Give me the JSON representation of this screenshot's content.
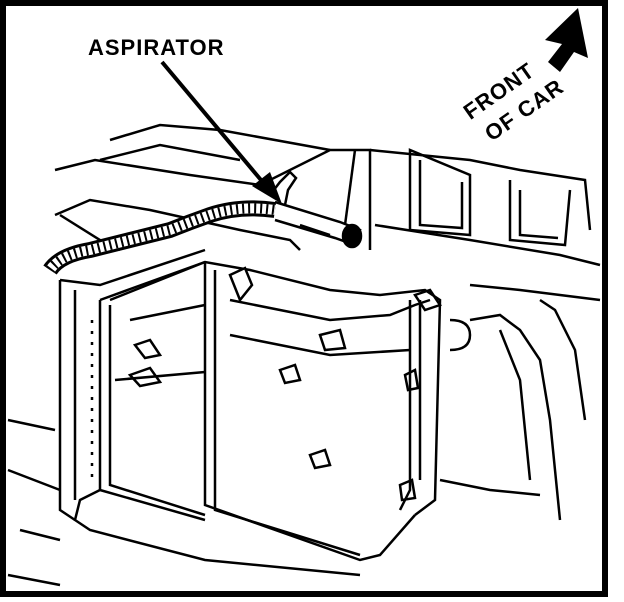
{
  "labels": {
    "aspirator": "ASPIRATOR",
    "front_line1": "FRONT",
    "front_line2": "OF CAR"
  },
  "colors": {
    "ink": "#000000",
    "paper": "#ffffff",
    "shade": "#d9d9d9"
  },
  "icons": {
    "direction_arrow": "front-direction-arrow-icon"
  }
}
